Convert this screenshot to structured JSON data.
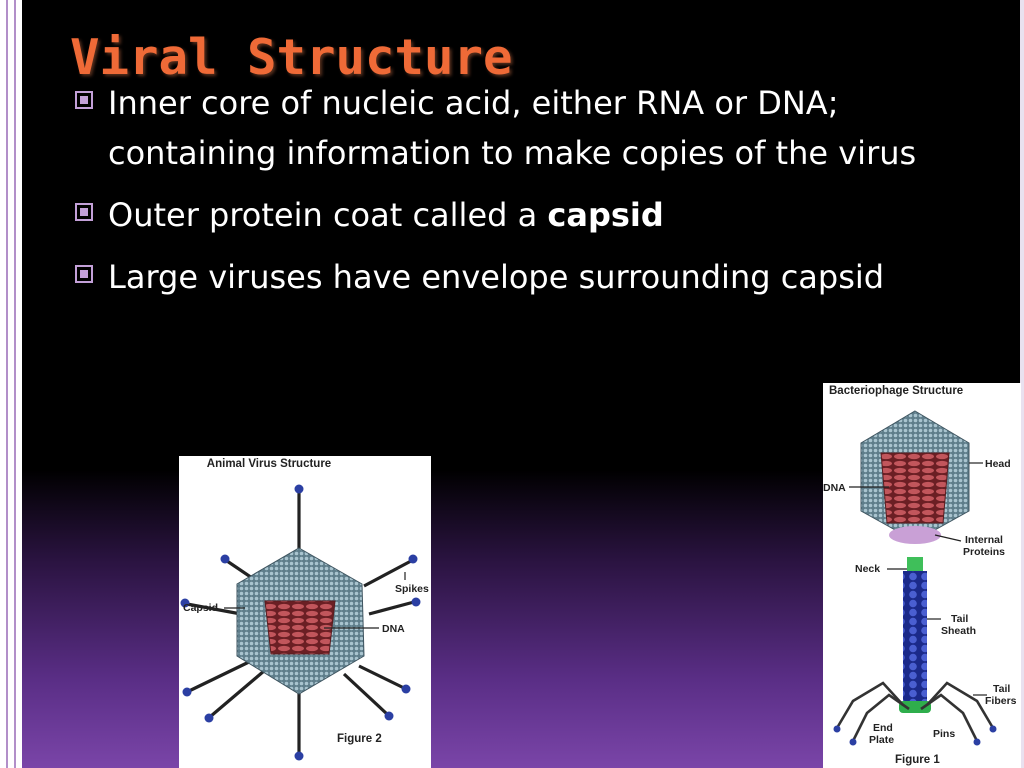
{
  "slide": {
    "title": "Viral Structure",
    "bullets": [
      {
        "text": "Inner core of nucleic acid, either RNA or DNA; containing information to make copies of the virus"
      },
      {
        "text": "Outer protein coat called a ",
        "bold": "capsid"
      },
      {
        "text": "Large viruses have envelope surrounding capsid"
      }
    ]
  },
  "colors": {
    "title": "#ef6a37",
    "text": "#ffffff",
    "bullet_marker": "#c3a0d8",
    "background_top": "#000000",
    "background_bottom": "#7a45a8"
  },
  "figures": {
    "animal": {
      "title": "Animal Virus Structure",
      "labels": {
        "capsid": "Capsid",
        "spikes": "Spikes",
        "dna": "DNA"
      },
      "caption": "Figure 2"
    },
    "phage": {
      "title": "Bacteriophage Structure",
      "labels": {
        "head": "Head",
        "dna": "DNA",
        "internal1": "Internal",
        "internal2": "Proteins",
        "neck": "Neck",
        "tail1": "Tail",
        "tail2": "Sheath",
        "fibers1": "Tail",
        "fibers2": "Fibers",
        "end1": "End",
        "end2": "Plate",
        "pins": "Pins"
      },
      "caption": "Figure 1"
    }
  }
}
